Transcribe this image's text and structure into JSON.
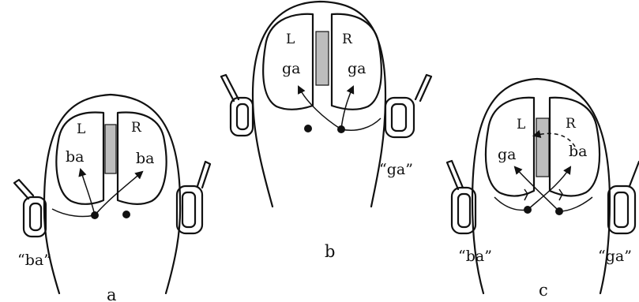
{
  "panels": [
    {
      "id": "a",
      "caption": "a",
      "left_hemisphere_label": "L",
      "right_hemisphere_label": "R",
      "left_syllable": "ba",
      "right_syllable": "ba",
      "left_ear_sound": "“ba”",
      "right_ear_sound": ""
    },
    {
      "id": "b",
      "caption": "b",
      "left_hemisphere_label": "L",
      "right_hemisphere_label": "R",
      "left_syllable": "ga",
      "right_syllable": "ga",
      "left_ear_sound": "",
      "right_ear_sound": "“ga”"
    },
    {
      "id": "c",
      "caption": "c",
      "left_hemisphere_label": "L",
      "right_hemisphere_label": "R",
      "left_syllable": "ga",
      "right_syllable": "ba",
      "left_ear_sound": "“ba”",
      "right_ear_sound": "“ga”"
    }
  ]
}
